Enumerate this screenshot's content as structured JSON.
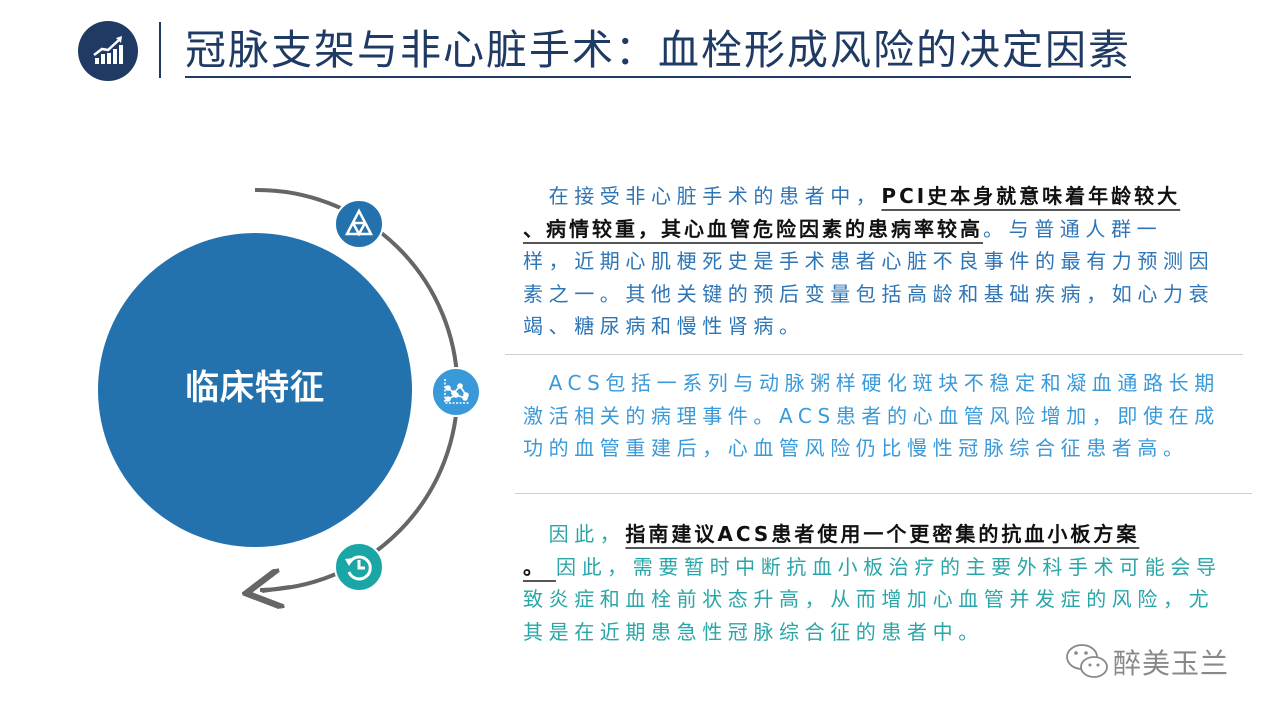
{
  "header": {
    "title": "冠脉支架与非心脏手术：血栓形成风险的决定因素",
    "logo_icon": "growth-chart-icon"
  },
  "diagram": {
    "center_label": "临床特征",
    "icons": [
      "triangle-pyramid-icon",
      "line-chart-icon",
      "history-clock-icon"
    ],
    "colors": {
      "circle": "#2372ad",
      "icon1": "#2372ad",
      "icon2": "#3a9ad9",
      "icon3": "#1ba6a6",
      "arc": "#666666"
    }
  },
  "paragraphs": [
    {
      "color": "#2e75b6",
      "lines": [
        [
          {
            "text": "　在接受非心脏手术的患者中，"
          },
          {
            "text": "PCI史本身就意味着年龄较大",
            "bold": true
          }
        ],
        [
          {
            "text": "、病情较重，其心血管危险因素的患病率较高",
            "bold": true
          },
          {
            "text": "。与普通人群一"
          }
        ],
        [
          {
            "text": "样，近期心肌梗死史是手术患者心脏不良事件的最有力预测因"
          }
        ],
        [
          {
            "text": "素之一。其他关键的预后变量包括高龄和基础疾病，如心力衰"
          }
        ],
        [
          {
            "text": "竭、糖尿病和慢性肾病。"
          }
        ]
      ]
    },
    {
      "color": "#3a9ad9",
      "lines": [
        [
          {
            "text": "　ACS包括一系列与动脉粥样硬化斑块不稳定和凝血通路长期"
          }
        ],
        [
          {
            "text": "激活相关的病理事件。ACS患者的心血管风险增加，即使在成"
          }
        ],
        [
          {
            "text": "功的血管重建后，心血管风险仍比慢性冠脉综合征患者高。"
          }
        ]
      ]
    },
    {
      "color": "#2aa6a8",
      "lines": [
        [
          {
            "text": "　因此，"
          },
          {
            "text": "指南建议ACS患者使用一个更密集的抗血小板方案",
            "bold": true
          }
        ],
        [
          {
            "text": "。 ",
            "bold": true
          },
          {
            "text": "因此，需要暂时中断抗血小板治疗的主要外科手术可能会导"
          }
        ],
        [
          {
            "text": "致炎症和血栓前状态升高，从而增加心血管并发症的风险，尤"
          }
        ],
        [
          {
            "text": "其是在近期患急性冠脉综合征的患者中。"
          }
        ]
      ]
    }
  ],
  "watermark": {
    "text": "醉美玉兰",
    "icon": "wechat-icon"
  }
}
